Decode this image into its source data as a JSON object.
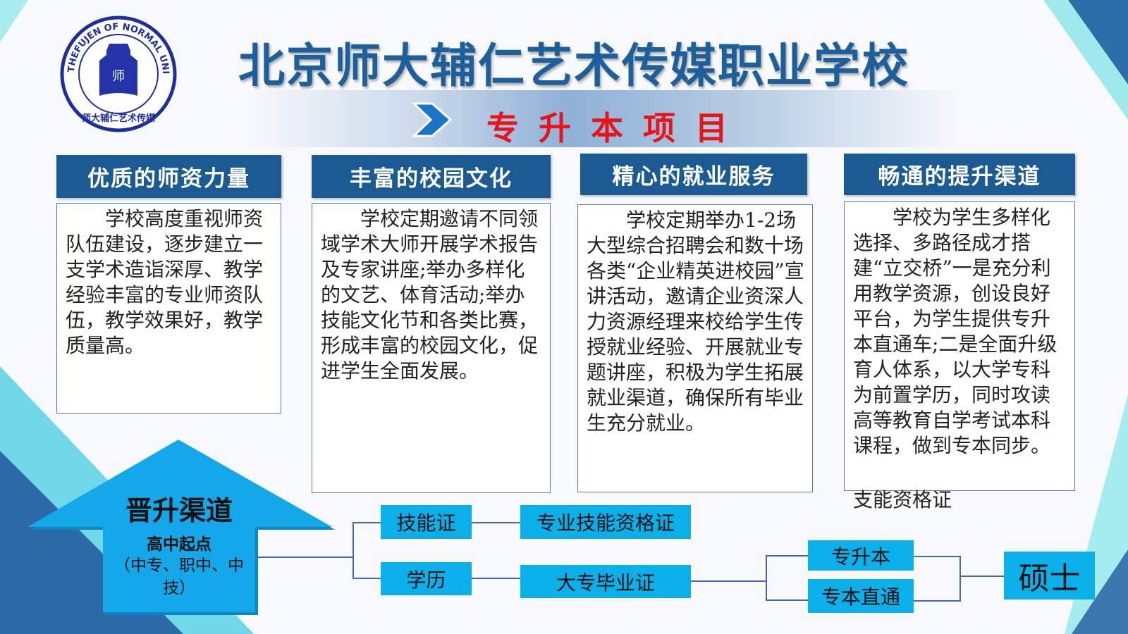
{
  "logo": {
    "text_top": "THEFUJEN OF NORMAL UNIVERSITY",
    "text_bottom": "师大辅仁艺术传媒",
    "center": "师"
  },
  "title": "北京师大辅仁艺术传媒职业学校",
  "subtitle": "专升本项目",
  "columns": [
    {
      "header": "优质的师资力量",
      "body": "学校高度重视师资队伍建设，逐步建立一支学术造诣深厚、教学经验丰富的专业师资队伍，教学效果好，教学质量高。"
    },
    {
      "header": "丰富的校园文化",
      "body": "学校定期邀请不同领域学术大师开展学术报告及专家讲座;举办多样化的文艺、体育活动;举办技能文化节和各类比赛，形成丰富的校园文化，促进学生全面发展。"
    },
    {
      "header": "精心的就业服务",
      "body": "学校定期举办1-2场大型综合招聘会和数十场各类“企业精英进校园”宣讲活动，邀请企业资深人力资源经理来校给学生传授就业经验、开展就业专题讲座，积极为学生拓展就业渠道，确保所有毕业生充分就业。"
    },
    {
      "header": "畅通的提升渠道",
      "body": "学校为学生多样化选择、多路径成才搭建“立交桥”一是充分利用教学资源，创设良好平台，为学生提供专升本直通车;二是全面升级育人体系，以大学专科为前置学历，同时攻读高等教育自学考试本科课程，做到专本同步。"
    }
  ],
  "overflow_text": "支能资格证",
  "flow": {
    "arrow_title": "晋升渠道",
    "arrow_sub": "高中起点",
    "arrow_note": "（中专、职中、中技）",
    "skill": "技能证",
    "skill_cert": "专业技能资格证",
    "degree": "学历",
    "college_cert": "大专毕业证",
    "upgrade": "专升本",
    "direct": "专本直通",
    "master": "硕士"
  },
  "colors": {
    "header": "#1c5a93",
    "tag": "#0bb0ea",
    "subtitle": "#e8141b",
    "title": "#1d5f9a"
  }
}
